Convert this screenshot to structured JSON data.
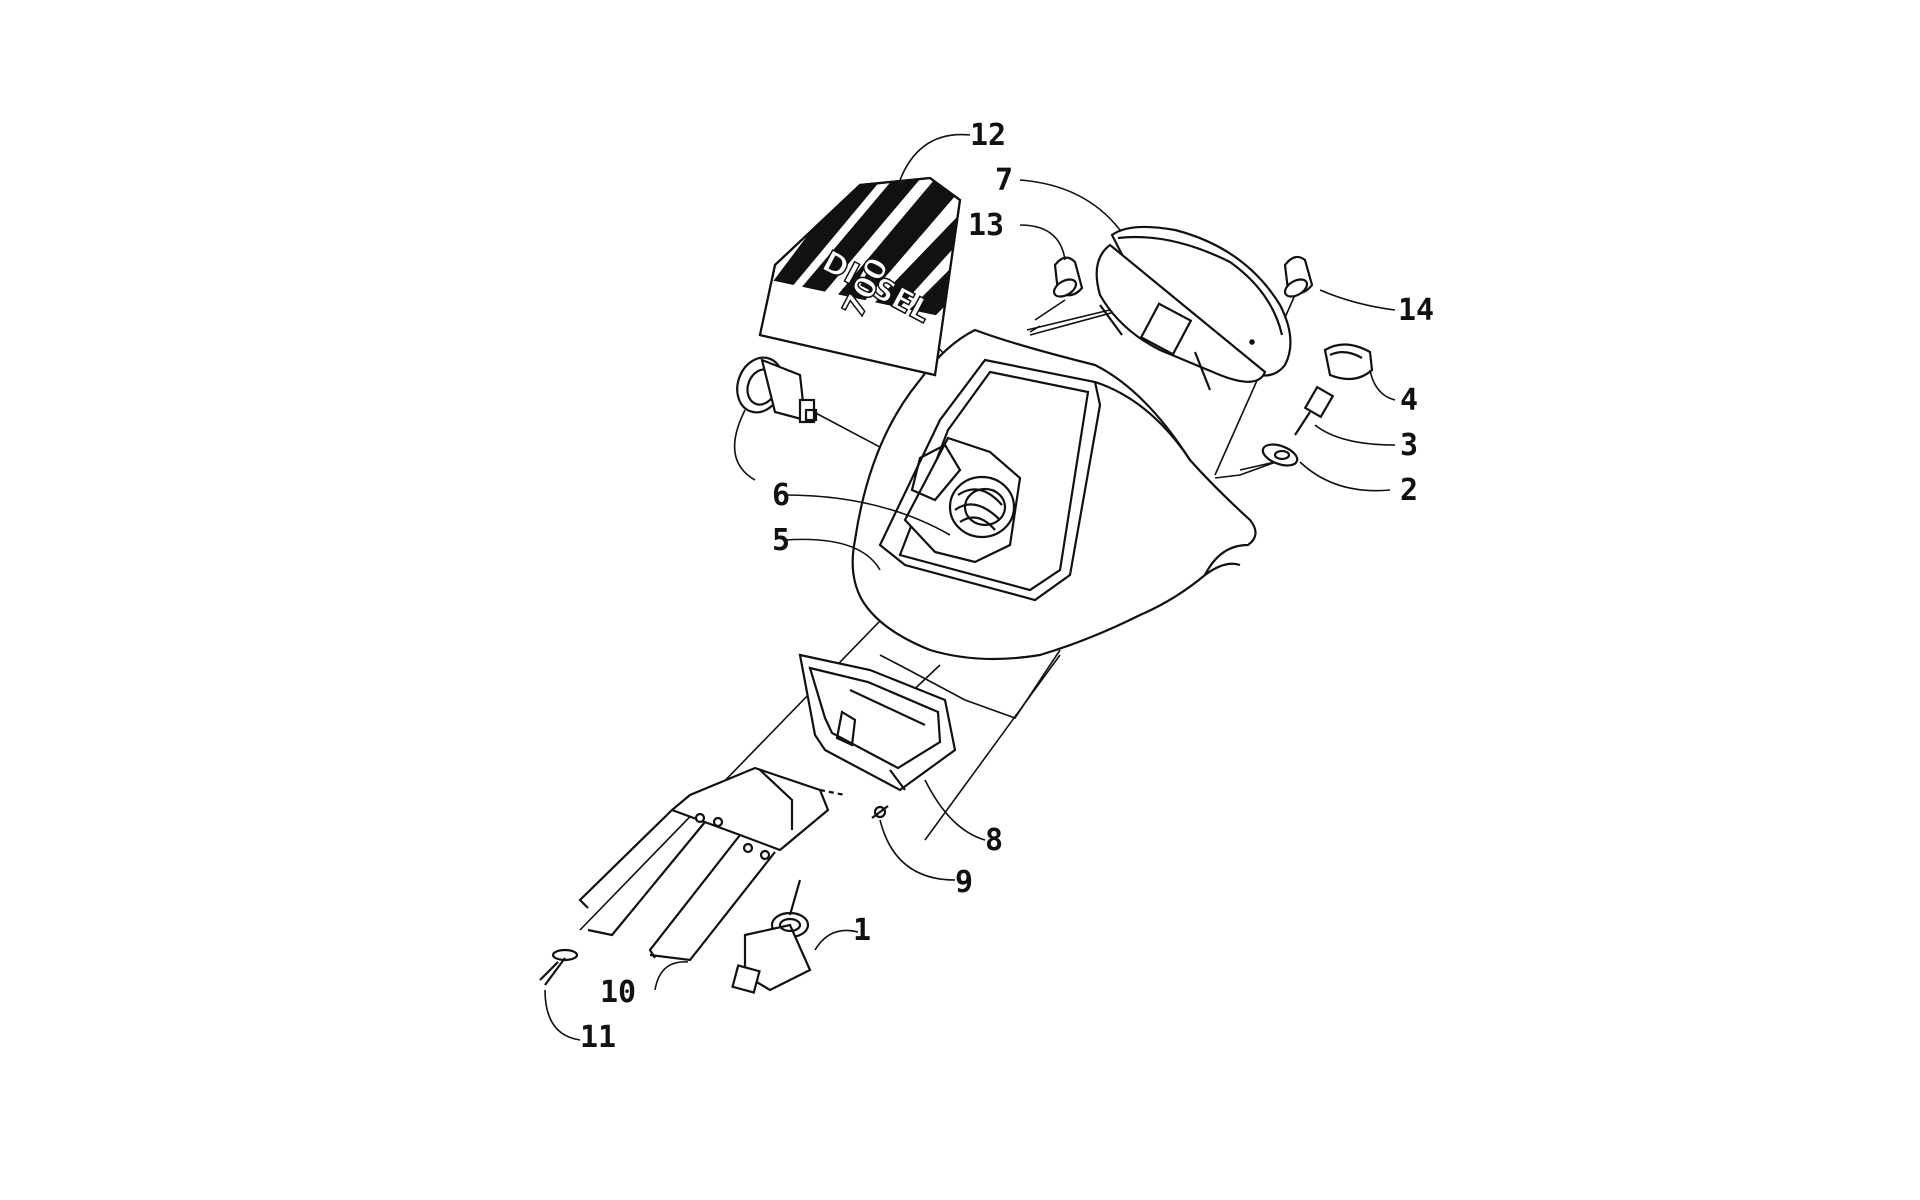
{
  "diagram": {
    "decal_text": [
      "DIESEL",
      "700"
    ],
    "callouts": [
      {
        "id": "c1",
        "label": "1"
      },
      {
        "id": "c2",
        "label": "2"
      },
      {
        "id": "c3",
        "label": "3"
      },
      {
        "id": "c4",
        "label": "4"
      },
      {
        "id": "c5",
        "label": "5"
      },
      {
        "id": "c6",
        "label": "6"
      },
      {
        "id": "c7",
        "label": "7"
      },
      {
        "id": "c8",
        "label": "8"
      },
      {
        "id": "c9",
        "label": "9"
      },
      {
        "id": "c10",
        "label": "10"
      },
      {
        "id": "c11",
        "label": "11"
      },
      {
        "id": "c12",
        "label": "12"
      },
      {
        "id": "c13",
        "label": "13"
      },
      {
        "id": "c14",
        "label": "14"
      }
    ]
  },
  "colors": {
    "line": "#111111",
    "background": "#ffffff"
  }
}
